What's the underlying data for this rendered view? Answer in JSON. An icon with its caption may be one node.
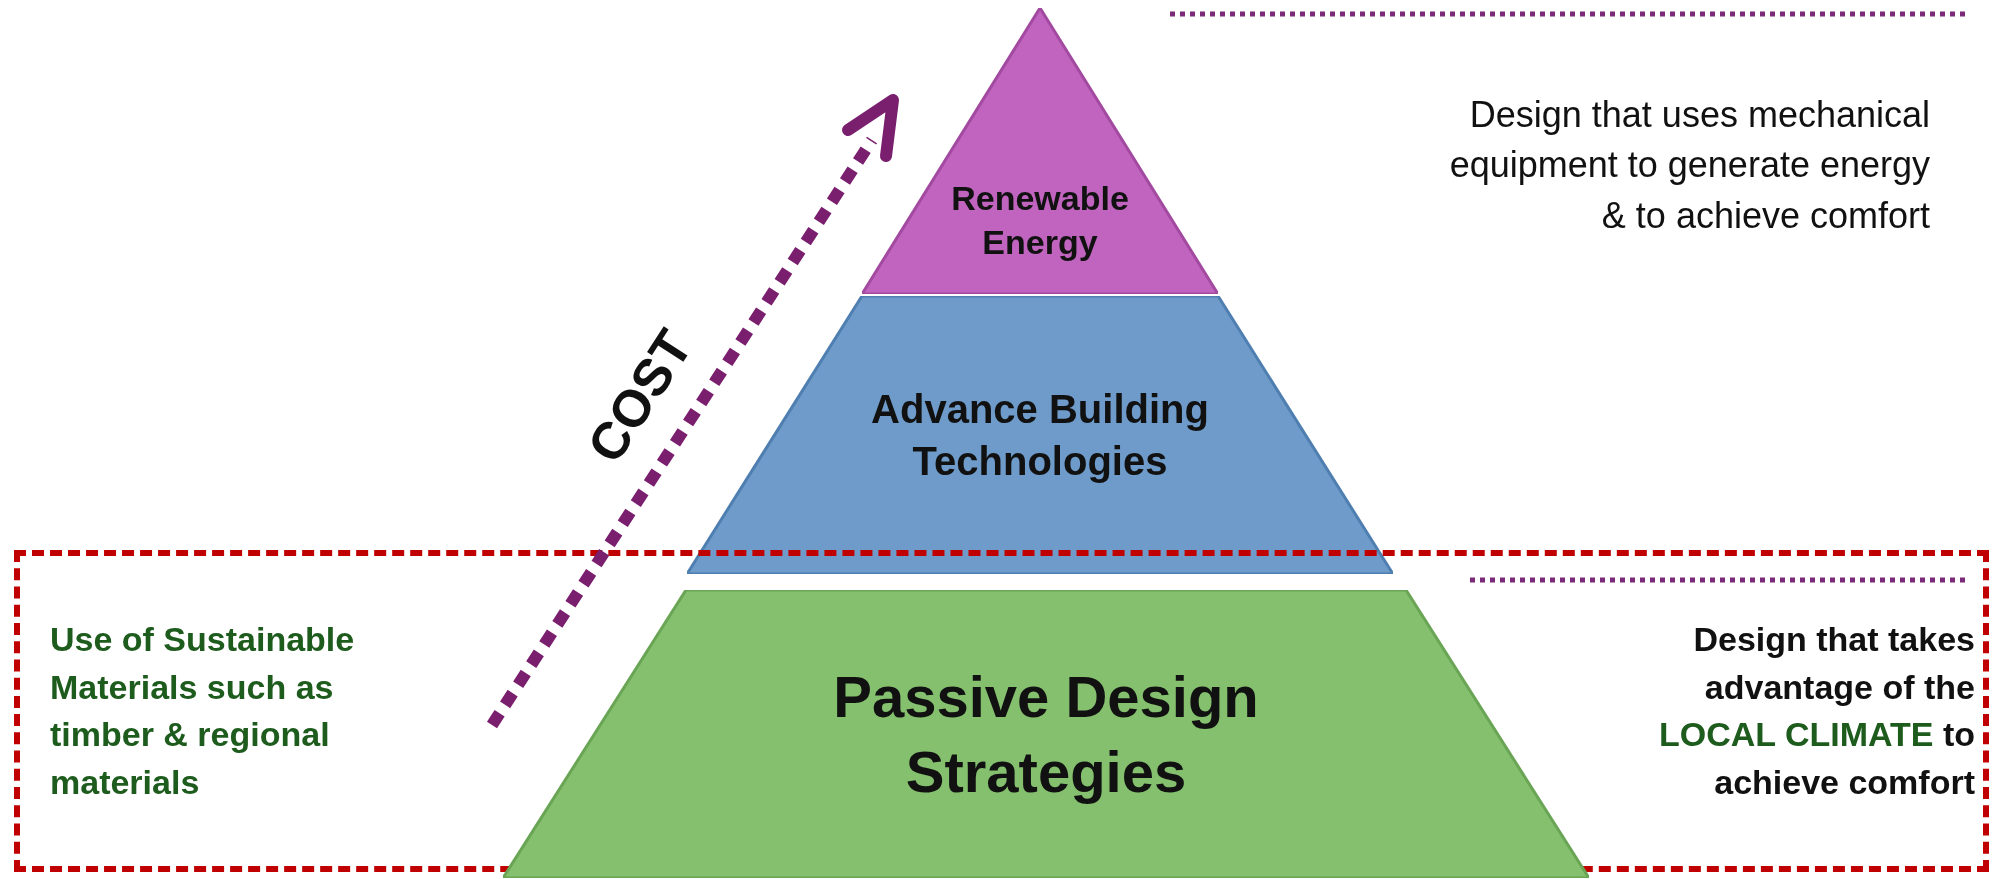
{
  "diagram": {
    "nodes": [
      {
        "text": [
          "Renewable Energy"
        ]
      },
      {
        "text": [
          "Advance Building Technologies"
        ]
      },
      {
        "text": [
          "Passive Design Strategies"
        ],
        "in": 3
      },
      {
        "text": [
          "Use of Sustainable Materials such as timber & regional materials",
          "Design that takes advantage of the **LOCAL CLIMATE** to achieve comfort"
        ]
      }
    ],
    "labels": [
      "COST",
      "Design that uses mechanical equipment to generate energy & to achieve comfort"
    ]
  }
}
